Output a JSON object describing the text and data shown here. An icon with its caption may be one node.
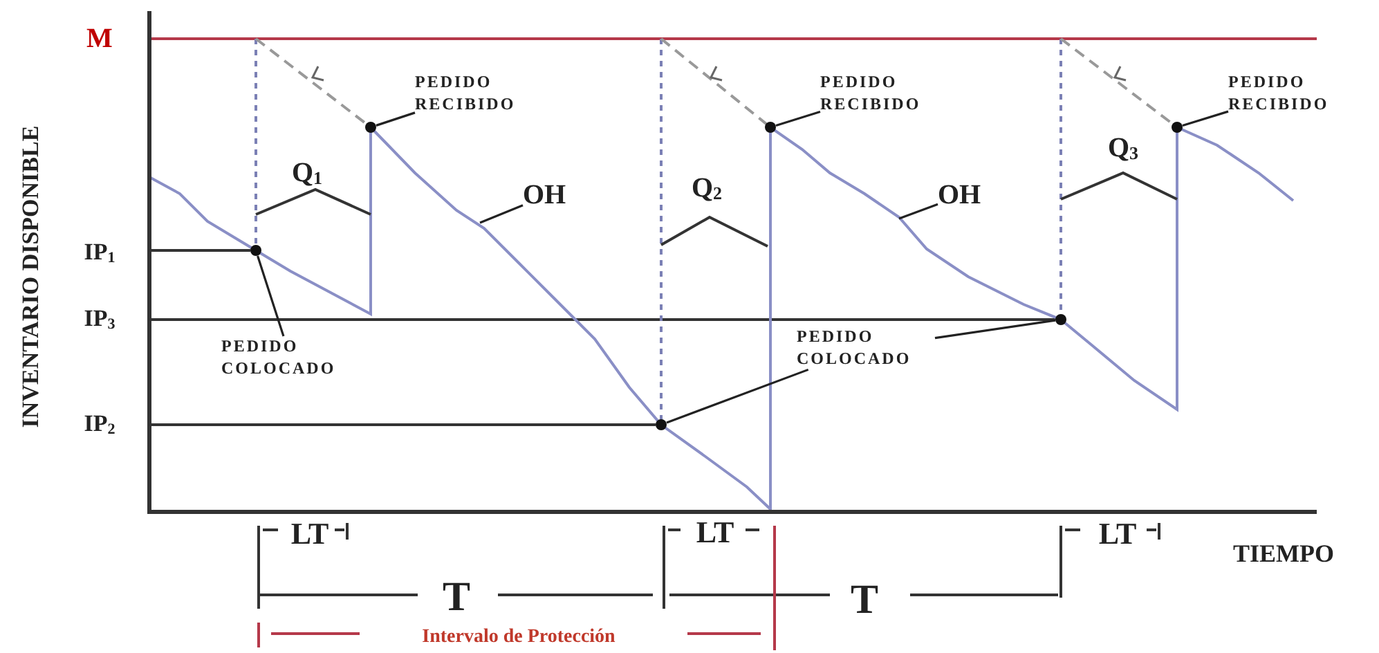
{
  "diagram": {
    "nodes": [
      {
        "text": [
          "PEDIDO RECIBIDO"
        ]
      },
      {
        "text": [
          "PEDIDO RECIBIDO"
        ]
      },
      {
        "text": [
          "PEDIDO RECIBIDO"
        ]
      },
      {
        "text": [
          "OH"
        ]
      },
      {
        "text": [
          "OH"
        ]
      },
      {
        "text": [
          "PEDIDO COLOCADO"
        ]
      },
      {
        "text": [
          "PEDIDO COLOCADO"
        ]
      },
      {
        "text": [],
        "shape": "circle"
      },
      {
        "text": [],
        "shape": "circle"
      },
      {
        "text": [],
        "shape": "circle"
      },
      {
        "text": [],
        "shape": "circle"
      },
      {
        "text": [],
        "shape": "circle"
      },
      {
        "text": [],
        "shape": "circle"
      }
    ],
    "edges": [
      {
        "from": 0,
        "to": 8,
        "arrow": "none"
      },
      {
        "from": 1,
        "to": 10,
        "arrow": "none"
      },
      {
        "from": 2,
        "to": 12,
        "arrow": "none"
      },
      {
        "from": 3,
        "to": null,
        "arrow": "none"
      },
      {
        "from": 4,
        "to": null,
        "arrow": "none"
      },
      {
        "from": 5,
        "to": 7,
        "arrow": "none"
      },
      {
        "from": 6,
        "to": 9,
        "arrow": "none"
      },
      {
        "from": 6,
        "to": 11,
        "arrow": "none"
      }
    ],
    "labels": [
      "INVENTARIO DISPONIBLE",
      "M",
      "IP$_{1}$",
      "IP$_{3}$",
      "IP$_{2}$",
      "Q$_{1}$",
      "Q$_{2}$",
      "Q$_{3}$",
      "LT",
      "LT",
      "LT",
      "TIEMPO",
      "T",
      "T",
      "Intervalo de Protección"
    ]
  }
}
